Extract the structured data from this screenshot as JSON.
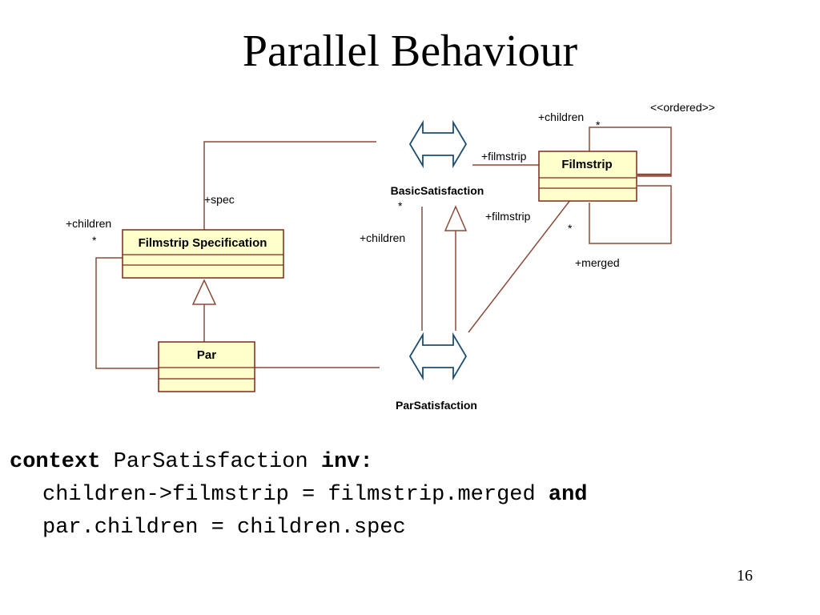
{
  "slide": {
    "title": "Parallel Behaviour",
    "page_number": "16"
  },
  "diagram": {
    "classes": {
      "filmstrip_spec": "Filmstrip Specification",
      "par": "Par",
      "filmstrip": "Filmstrip"
    },
    "associations": {
      "basic_satisfaction": "BasicSatisfaction",
      "par_satisfaction": "ParSatisfaction"
    },
    "roles": {
      "spec": "+spec",
      "spec_children": "+children",
      "spec_children_mult": "*",
      "basic_mult": "*",
      "basic_children": "+children",
      "filmstrip_role_top": "+filmstrip",
      "filmstrip_role_mid": "+filmstrip",
      "filmstrip_children": "+children",
      "filmstrip_children_mult": "*",
      "ordered": "<<ordered>>",
      "merged_mult": "*",
      "merged": "+merged"
    },
    "colors": {
      "class_fill": "#ffffcc",
      "class_stroke": "#7a2a1a",
      "line": "#8b4a3a",
      "assoc_fill": "#ffffff",
      "assoc_stroke": "#1f4f70"
    }
  },
  "ocl": {
    "keyword_context": "context",
    "context_name": " ParSatisfaction ",
    "keyword_inv": "inv",
    "colon": ":",
    "line2": "children->filmstrip = filmstrip.merged ",
    "keyword_and": "and",
    "line3": "par.children = children.spec"
  }
}
